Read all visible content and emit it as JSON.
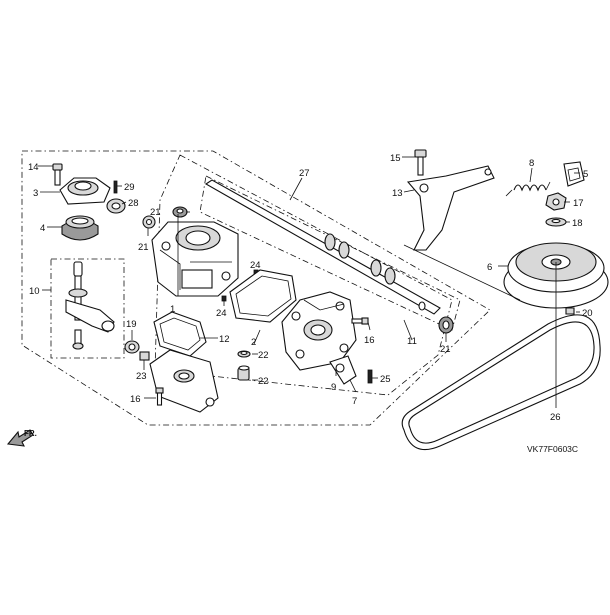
{
  "diagram": {
    "code": "VK77F0603C",
    "front_marker": "FR.",
    "callouts": [
      {
        "id": "c1",
        "label": "1"
      },
      {
        "id": "c2",
        "label": "2"
      },
      {
        "id": "c3",
        "label": "3"
      },
      {
        "id": "c4",
        "label": "4"
      },
      {
        "id": "c5",
        "label": "5"
      },
      {
        "id": "c6",
        "label": "6"
      },
      {
        "id": "c7",
        "label": "7"
      },
      {
        "id": "c8",
        "label": "8"
      },
      {
        "id": "c9",
        "label": "9"
      },
      {
        "id": "c10",
        "label": "10"
      },
      {
        "id": "c11",
        "label": "11"
      },
      {
        "id": "c12",
        "label": "12"
      },
      {
        "id": "c13",
        "label": "13"
      },
      {
        "id": "c14",
        "label": "14"
      },
      {
        "id": "c15",
        "label": "15"
      },
      {
        "id": "c16a",
        "label": "16"
      },
      {
        "id": "c16b",
        "label": "16"
      },
      {
        "id": "c17",
        "label": "17"
      },
      {
        "id": "c18",
        "label": "18"
      },
      {
        "id": "c19",
        "label": "19"
      },
      {
        "id": "c20",
        "label": "20"
      },
      {
        "id": "c21a",
        "label": "21"
      },
      {
        "id": "c21b",
        "label": "21"
      },
      {
        "id": "c21c",
        "label": "21"
      },
      {
        "id": "c22a",
        "label": "22"
      },
      {
        "id": "c22b",
        "label": "22"
      },
      {
        "id": "c23",
        "label": "23"
      },
      {
        "id": "c24a",
        "label": "24"
      },
      {
        "id": "c24b",
        "label": "24"
      },
      {
        "id": "c25",
        "label": "25"
      },
      {
        "id": "c26",
        "label": "26"
      },
      {
        "id": "c27",
        "label": "27"
      },
      {
        "id": "c28",
        "label": "28"
      },
      {
        "id": "c29",
        "label": "29"
      }
    ]
  }
}
